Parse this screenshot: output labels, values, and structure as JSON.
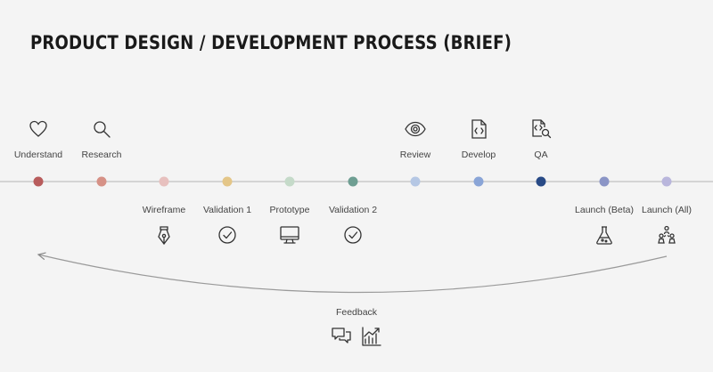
{
  "title": "PRODUCT DESIGN / DEVELOPMENT PROCESS (BRIEF)",
  "stages": [
    {
      "id": "understand",
      "label": "Understand",
      "color": "#b85c5c",
      "side": "top",
      "icon": "heart-icon"
    },
    {
      "id": "research",
      "label": "Research",
      "color": "#d69186",
      "side": "top",
      "icon": "search-icon"
    },
    {
      "id": "wireframe",
      "label": "Wireframe",
      "color": "#e7c0be",
      "side": "bottom",
      "icon": "pen-nib-icon"
    },
    {
      "id": "validation-1",
      "label": "Validation 1",
      "color": "#e4c688",
      "side": "bottom",
      "icon": "check-circle-icon"
    },
    {
      "id": "prototype",
      "label": "Prototype",
      "color": "#c5dac9",
      "side": "bottom",
      "icon": "monitor-icon"
    },
    {
      "id": "validation-2",
      "label": "Validation 2",
      "color": "#6e9e92",
      "side": "bottom",
      "icon": "check-circle-icon"
    },
    {
      "id": "review",
      "label": "Review",
      "color": "#b5c7e4",
      "side": "top",
      "icon": "eye-icon"
    },
    {
      "id": "develop",
      "label": "Develop",
      "color": "#8aa5d7",
      "side": "top",
      "icon": "code-file-icon"
    },
    {
      "id": "qa",
      "label": "QA",
      "color": "#284a86",
      "side": "top",
      "icon": "code-file-search-icon"
    },
    {
      "id": "launch-beta",
      "label": "Launch (Beta)",
      "color": "#8b95c6",
      "side": "bottom",
      "icon": "flask-icon"
    },
    {
      "id": "launch-all",
      "label": "Launch (All)",
      "color": "#b9b6dc",
      "side": "bottom",
      "icon": "people-icon"
    }
  ],
  "feedback": {
    "label": "Feedback",
    "icons": [
      "chat-bubbles-icon",
      "chart-growth-icon"
    ]
  }
}
